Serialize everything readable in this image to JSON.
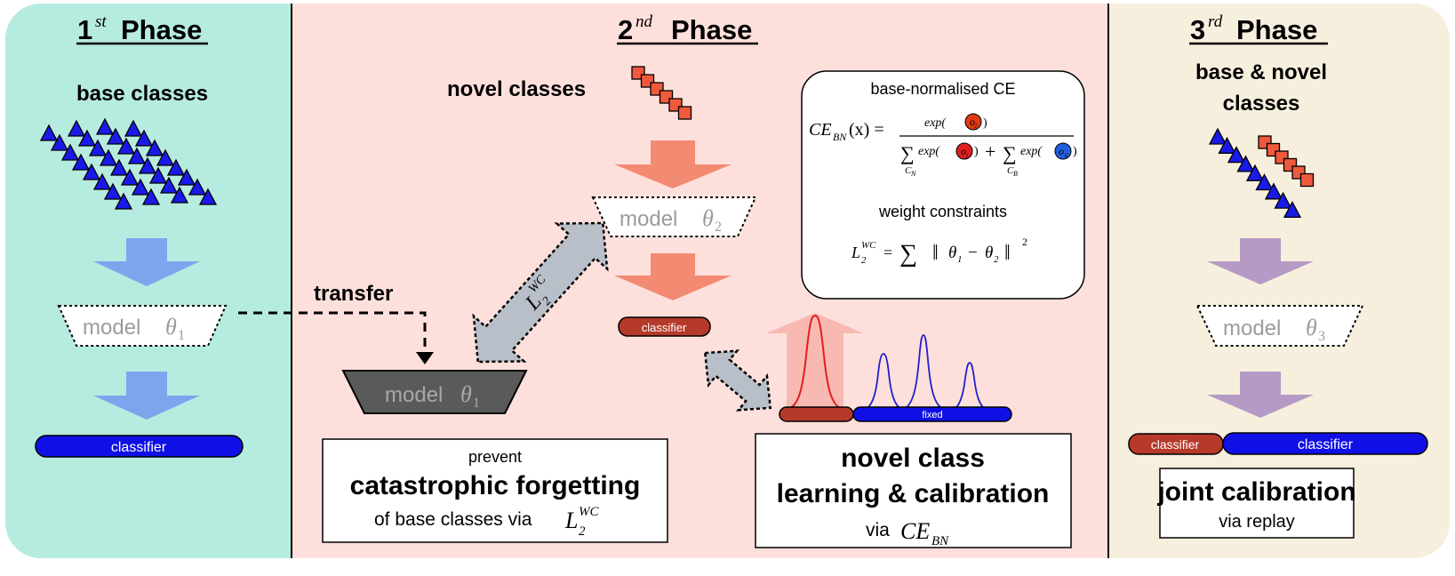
{
  "colors": {
    "phase1_bg": "#b6ebe0",
    "phase2_bg": "#fde0dc",
    "phase3_bg": "#f7efdd",
    "blue_arrow": "#7ba6ee",
    "salmon_arrow": "#f38a72",
    "purple_arrow": "#b49ac4",
    "classifier_blue": "#1010e6",
    "classifier_red": "#b53a2a",
    "triangle_blue": "#1a1ae8",
    "square_red": "#f05a3c",
    "model_grey": "#9c9c9c",
    "model_dark": "#5a5a5a",
    "gaussian_red": "#e02020",
    "gaussian_blue": "#2020d0",
    "double_arrow": "#b8bfc8"
  },
  "phase1": {
    "title_num": "1",
    "title_sup": "st",
    "title_word": "Phase",
    "label": "base classes",
    "model_word": "model",
    "theta": "θ",
    "theta_sub": "1",
    "classifier": "classifier",
    "transfer": "transfer"
  },
  "phase2": {
    "title_num": "2",
    "title_sup": "nd",
    "title_word": "Phase",
    "label": "novel classes",
    "model2_word": "model",
    "theta2": "θ",
    "theta2_sub": "2",
    "model1_word": "model",
    "theta1": "θ",
    "theta1_sub": "1",
    "classifier": "classifier",
    "fixed": "fixed",
    "double_arrow_L": "L",
    "double_arrow_sub": "2",
    "double_arrow_sup": "WC",
    "formula_box": {
      "title": "base-normalised CE",
      "ce_lhs": "CE",
      "ce_lhs_sub": "BN",
      "ce_arg": "(x) =",
      "numer_exp": "exp(",
      "o_i": "o",
      "o_i_sub": "i",
      "close_paren": ")",
      "denom_sum": "∑",
      "denom_sum_sub_n": "C",
      "denom_sum_sub_n_sub": "N",
      "denom_exp": "exp(",
      "o_j": "o",
      "o_j_sub": "j",
      "plus": "+",
      "denom_sum_sub_b": "C",
      "denom_sum_sub_b_sub": "B",
      "o_k": "o",
      "o_k_sub": "k",
      "wc_title": "weight constraints",
      "wc_L": "L",
      "wc_L_sub": "2",
      "wc_L_sup": "WC",
      "wc_eq": "=",
      "wc_sum": "∑",
      "wc_norm_open": "‖",
      "wc_theta1": "θ",
      "wc_theta1_sub": "1",
      "wc_minus": "−",
      "wc_theta2": "θ",
      "wc_theta2_sub": "2",
      "wc_norm_close": "‖",
      "wc_sq": "2"
    },
    "box_left": {
      "small": "prevent",
      "big": "catastrophic forgetting",
      "bottom_pre": "of base classes via ",
      "L": "L",
      "L_sub": "2",
      "L_sup": "WC"
    },
    "box_right": {
      "line1": "novel class",
      "line2": "learning & calibration",
      "via": "via ",
      "ce": "CE",
      "ce_sub": "BN"
    }
  },
  "phase3": {
    "title_num": "3",
    "title_sup": "rd",
    "title_word": "Phase",
    "label_line1": "base & novel",
    "label_line2": "classes",
    "model_word": "model",
    "theta": "θ",
    "theta_sub": "3",
    "classifier_left": "classifier",
    "classifier_right": "classifier",
    "box_big": "joint calibration",
    "box_small": "via replay"
  }
}
